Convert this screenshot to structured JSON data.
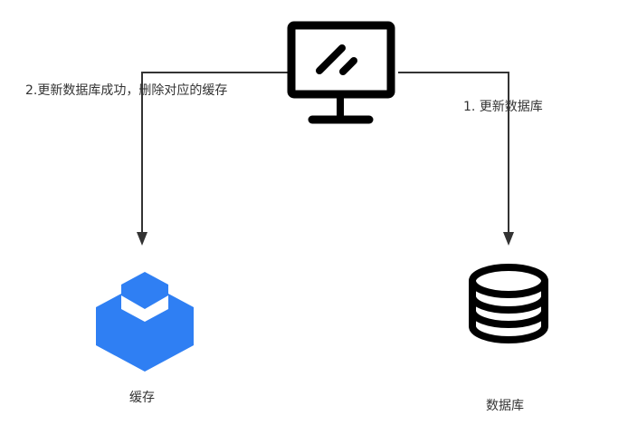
{
  "diagram": {
    "nodes": {
      "client": {
        "label": "",
        "icon": "monitor-icon"
      },
      "cache": {
        "label": "缓存",
        "icon": "cache-icon",
        "color": "#2f7ff3"
      },
      "database": {
        "label": "数据库",
        "icon": "database-icon"
      }
    },
    "edges": [
      {
        "from": "client",
        "to": "database",
        "label": "1. 更新数据库"
      },
      {
        "from": "client",
        "to": "cache",
        "label": "2.更新数据库成功，删除对应的缓存"
      }
    ],
    "colors": {
      "line": "#333333",
      "icon": "#000000",
      "cache": "#2f7ff3",
      "text": "#333333"
    }
  }
}
